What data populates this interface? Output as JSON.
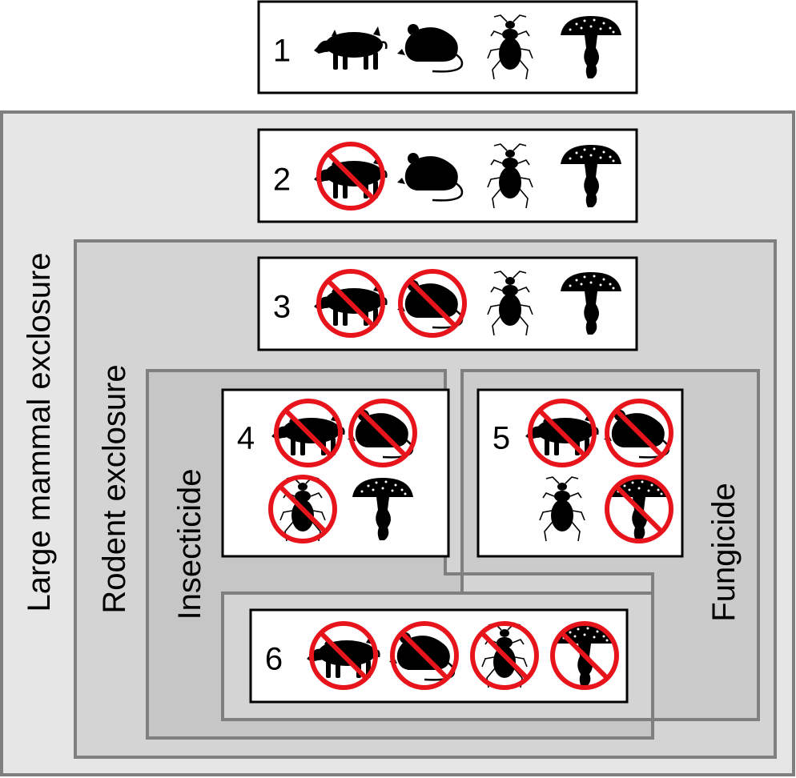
{
  "zones": {
    "large_mammal": "Large mammal exclosure",
    "rodent": "Rodent exclosure",
    "insecticide": "Insecticide",
    "fungicide": "Fungicide"
  },
  "treatments": [
    {
      "number": "1",
      "boar_excluded": false,
      "rodent_excluded": false,
      "beetle_excluded": false,
      "mushroom_excluded": false
    },
    {
      "number": "2",
      "boar_excluded": true,
      "rodent_excluded": false,
      "beetle_excluded": false,
      "mushroom_excluded": false
    },
    {
      "number": "3",
      "boar_excluded": true,
      "rodent_excluded": true,
      "beetle_excluded": false,
      "mushroom_excluded": false
    },
    {
      "number": "4",
      "boar_excluded": true,
      "rodent_excluded": true,
      "beetle_excluded": true,
      "mushroom_excluded": false
    },
    {
      "number": "5",
      "boar_excluded": true,
      "rodent_excluded": true,
      "beetle_excluded": false,
      "mushroom_excluded": true
    },
    {
      "number": "6",
      "boar_excluded": true,
      "rodent_excluded": true,
      "beetle_excluded": true,
      "mushroom_excluded": true
    }
  ],
  "icons": [
    "wild-boar-icon",
    "rodent-icon",
    "beetle-icon",
    "mushroom-icon"
  ],
  "colors": {
    "large_mammal_fill": "#e6e6e6",
    "rodent_fill": "#d4d4d4",
    "insecticide_fill": "#c6c6c6",
    "fungicide_fill": "#cbcbcb",
    "zone_border": "#7f7f7f",
    "prohibition": "#e8141c",
    "icon": "#000000"
  }
}
